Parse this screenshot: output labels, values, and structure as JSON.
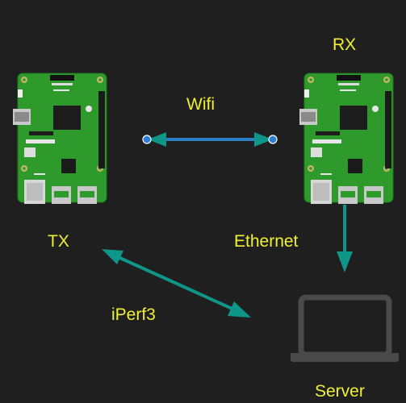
{
  "labels": {
    "tx": "TX",
    "rx": "RX",
    "server": "Server",
    "wifi": "Wifi",
    "ethernet": "Ethernet",
    "iperf": "iPerf3"
  },
  "nodes": {
    "tx": {
      "icon": "raspberry-pi-board-icon"
    },
    "rx": {
      "icon": "raspberry-pi-board-icon"
    },
    "server": {
      "icon": "laptop-icon"
    }
  },
  "links": [
    {
      "from": "tx",
      "to": "rx",
      "label": "Wifi",
      "style": "bidirectional"
    },
    {
      "from": "rx",
      "to": "server",
      "label": "Ethernet",
      "style": "directed"
    },
    {
      "from": "tx",
      "to": "server",
      "label": "iPerf3",
      "style": "bidirectional"
    }
  ],
  "colors": {
    "background": "#1f1f1f",
    "label_text": "#f0f035",
    "arrow": "#0e9688",
    "wifi_line": "#2b7ec3",
    "wifi_endpoint": "#2d7fd6",
    "board_green": "#2e9a2c",
    "laptop": "#4a4a4a"
  }
}
